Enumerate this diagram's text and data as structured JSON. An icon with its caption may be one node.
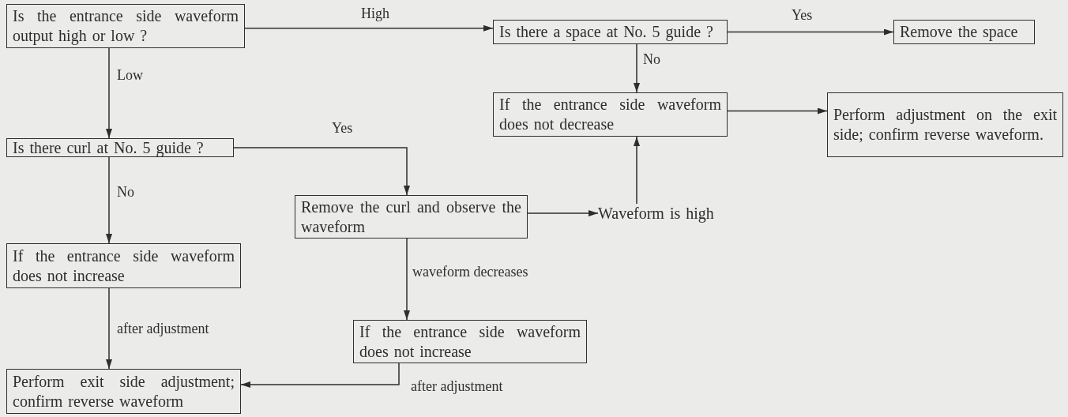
{
  "diagram": {
    "nodes": [
      {
        "text": [
          "Is the entrance side waveform output high or low ?"
        ]
      },
      {
        "text": [
          "Is there a space at No. 5 guide ?"
        ]
      },
      {
        "text": [
          "Remove the space"
        ]
      },
      {
        "text": [
          "If the entrance side waveform does not decrease"
        ]
      },
      {
        "text": [
          "Perform adjustment on the exit side; confirm reverse waveform."
        ]
      },
      {
        "text": [
          "Is there curl at No. 5 guide ?"
        ]
      },
      {
        "text": [
          "Remove the curl and observe the waveform"
        ]
      },
      {
        "text": [
          "Waveform is high"
        ]
      },
      {
        "text": [
          "If the entrance side waveform does not increase"
        ]
      },
      {
        "text": [
          "If the entrance side waveform does not increase"
        ]
      },
      {
        "text": [
          "Perform exit side adjustment; confirm reverse waveform"
        ]
      }
    ],
    "edges": [
      {
        "from": 0,
        "to": 1,
        "arrow": "to",
        "label": "High"
      },
      {
        "from": 0,
        "to": 5,
        "arrow": "to",
        "label": "Low"
      },
      {
        "from": 1,
        "to": 2,
        "arrow": "to",
        "label": "Yes"
      },
      {
        "from": 1,
        "to": 3,
        "arrow": "to",
        "label": "No"
      },
      {
        "from": 3,
        "to": 4,
        "arrow": "to"
      },
      {
        "from": 5,
        "to": 6,
        "arrow": "to",
        "label": "Yes"
      },
      {
        "from": 5,
        "to": 8,
        "arrow": "to",
        "label": "No"
      },
      {
        "from": 6,
        "to": 7,
        "arrow": "to"
      },
      {
        "from": 7,
        "to": 3,
        "arrow": "to"
      },
      {
        "from": 6,
        "to": 9,
        "arrow": "to",
        "label": "waveform decreases"
      },
      {
        "from": 8,
        "to": 10,
        "arrow": "to",
        "label": "after adjustment"
      },
      {
        "from": 9,
        "to": 10,
        "arrow": "to",
        "label": "after adjustment"
      }
    ]
  }
}
